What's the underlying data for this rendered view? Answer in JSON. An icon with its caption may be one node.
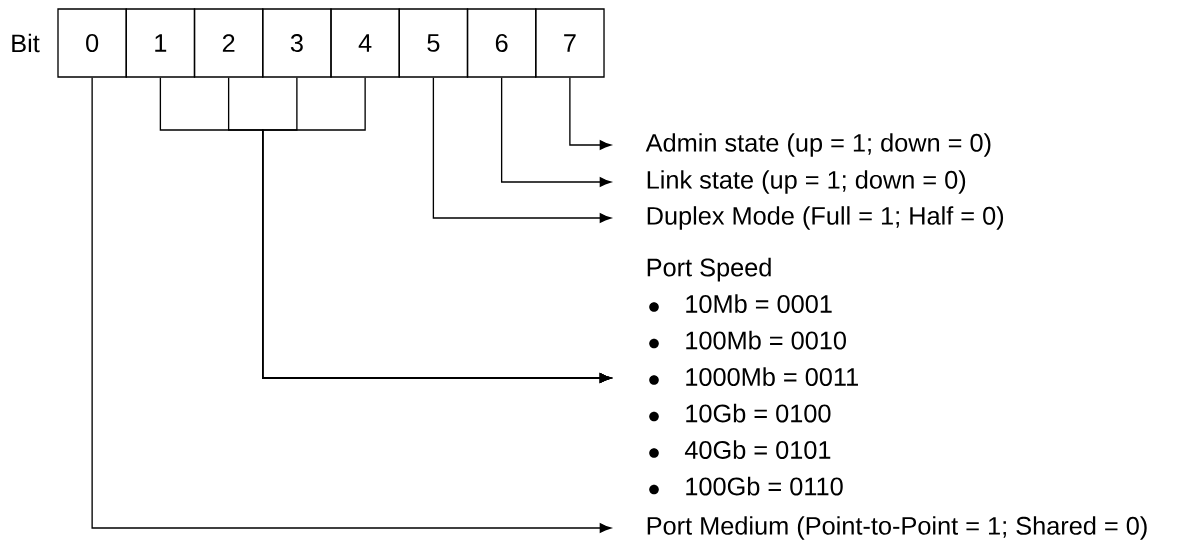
{
  "diagram": {
    "nodes": [
      {
        "text": [
          "0"
        ]
      },
      {
        "text": [
          "1"
        ]
      },
      {
        "text": [
          "2"
        ]
      },
      {
        "text": [
          "3"
        ]
      },
      {
        "text": [
          "4"
        ]
      },
      {
        "text": [
          "5"
        ]
      },
      {
        "text": [
          "6"
        ]
      },
      {
        "text": [
          "7"
        ]
      },
      {
        "text": [
          "Admin state (up = 1; down = 0)"
        ]
      },
      {
        "text": [
          "Link state (up = 1; down = 0)"
        ]
      },
      {
        "text": [
          "Duplex Mode (Full = 1; Half = 0)"
        ]
      },
      {
        "text": [
          "Port Speed",
          "10Mb = 0001",
          "100Mb = 0010",
          "1000Mb = 0011",
          "10Gb = 0100",
          "40Gb = 0101",
          "100Gb = 0110"
        ]
      },
      {
        "text": [
          "Port Medium (Point-to-Point = 1; Shared = 0)"
        ]
      }
    ],
    "edges": [
      {
        "from": 7,
        "to": 8,
        "arrow": "to"
      },
      {
        "from": 6,
        "to": 9,
        "arrow": "to"
      },
      {
        "from": 5,
        "to": 10,
        "arrow": "to"
      },
      {
        "from": 1,
        "to": 11,
        "arrow": "to"
      },
      {
        "from": 2,
        "to": 11,
        "arrow": "to"
      },
      {
        "from": 3,
        "to": 11,
        "arrow": "to"
      },
      {
        "from": 4,
        "to": 11,
        "arrow": "to"
      },
      {
        "from": 0,
        "to": 12,
        "arrow": "to"
      }
    ],
    "labels": [
      "Bit"
    ]
  }
}
